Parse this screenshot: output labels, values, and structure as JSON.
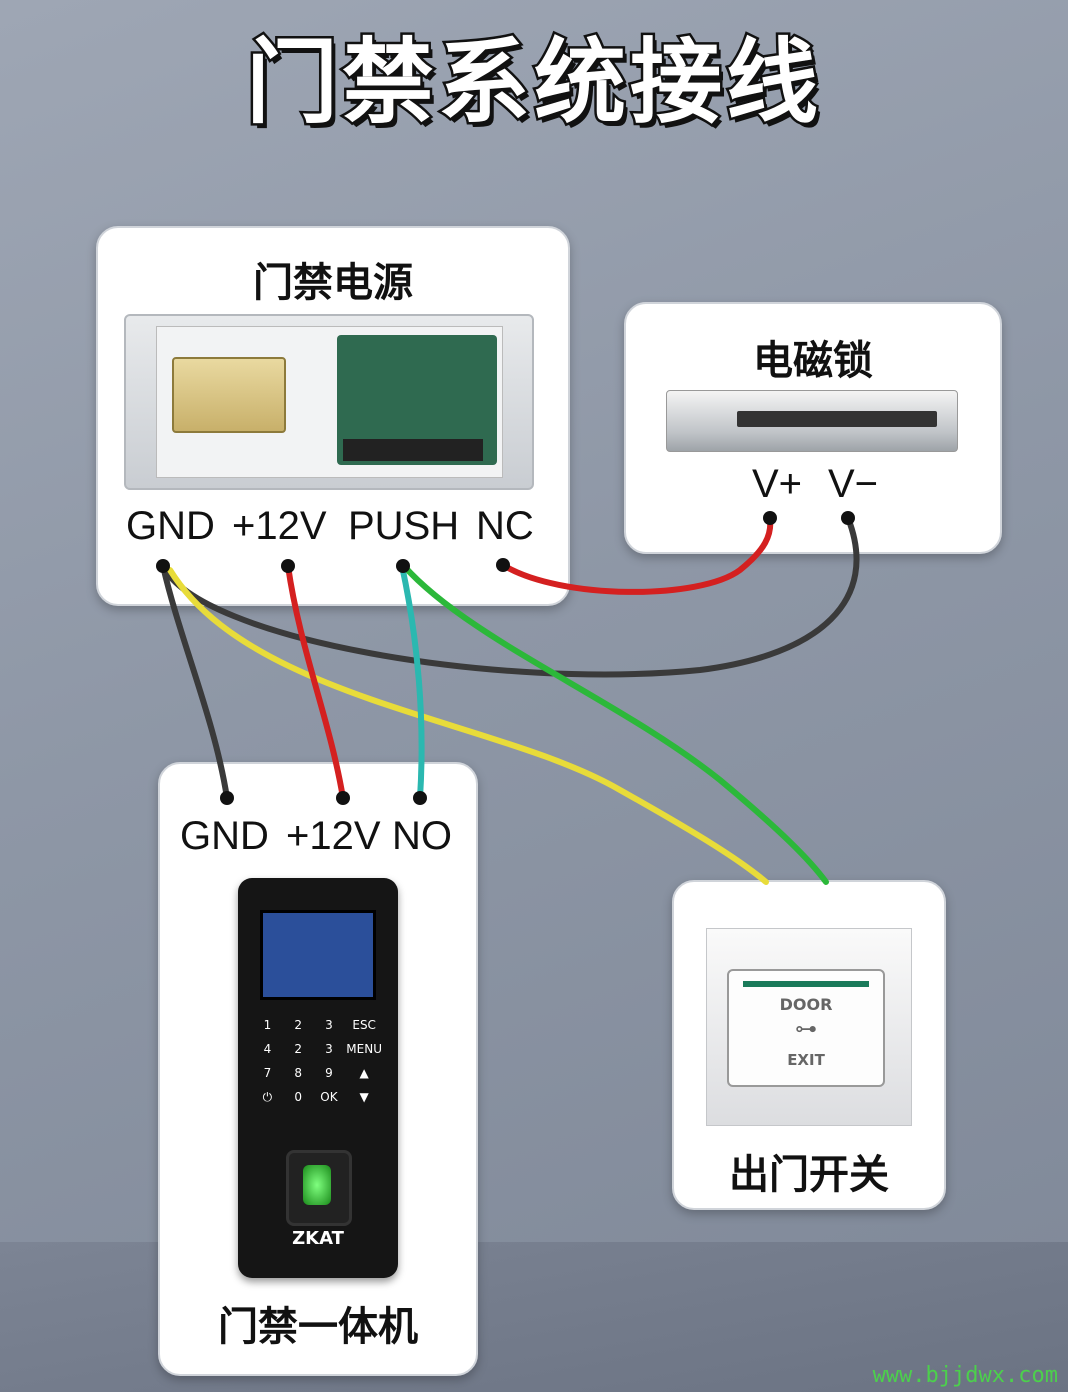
{
  "title": "门禁系统接线",
  "power_supply": {
    "title": "门禁电源",
    "terminals": [
      "GND",
      "+12V",
      "PUSH",
      "NC"
    ]
  },
  "mag_lock": {
    "title": "电磁锁",
    "terminals": [
      "V+",
      "V−"
    ]
  },
  "reader": {
    "title": "门禁一体机",
    "terminals": [
      "GND",
      "+12V",
      "NO"
    ],
    "brand": "ZKAT",
    "keys": [
      "1",
      "2",
      "3",
      "ESC",
      "4",
      "2",
      "3",
      "MENU",
      "7",
      "8",
      "9",
      "▲",
      "⏻",
      "0",
      "OK",
      "▼"
    ]
  },
  "exit_button": {
    "title": "出门开关",
    "label_top": "DOOR",
    "label_bottom": "EXIT"
  },
  "watermark": "www.bjjdwx.com",
  "wire_colors": {
    "red": "#d42020",
    "black": "#3a3a3a",
    "yellow": "#e8dc3a",
    "green": "#2cb83a",
    "teal": "#2bb8b0"
  }
}
